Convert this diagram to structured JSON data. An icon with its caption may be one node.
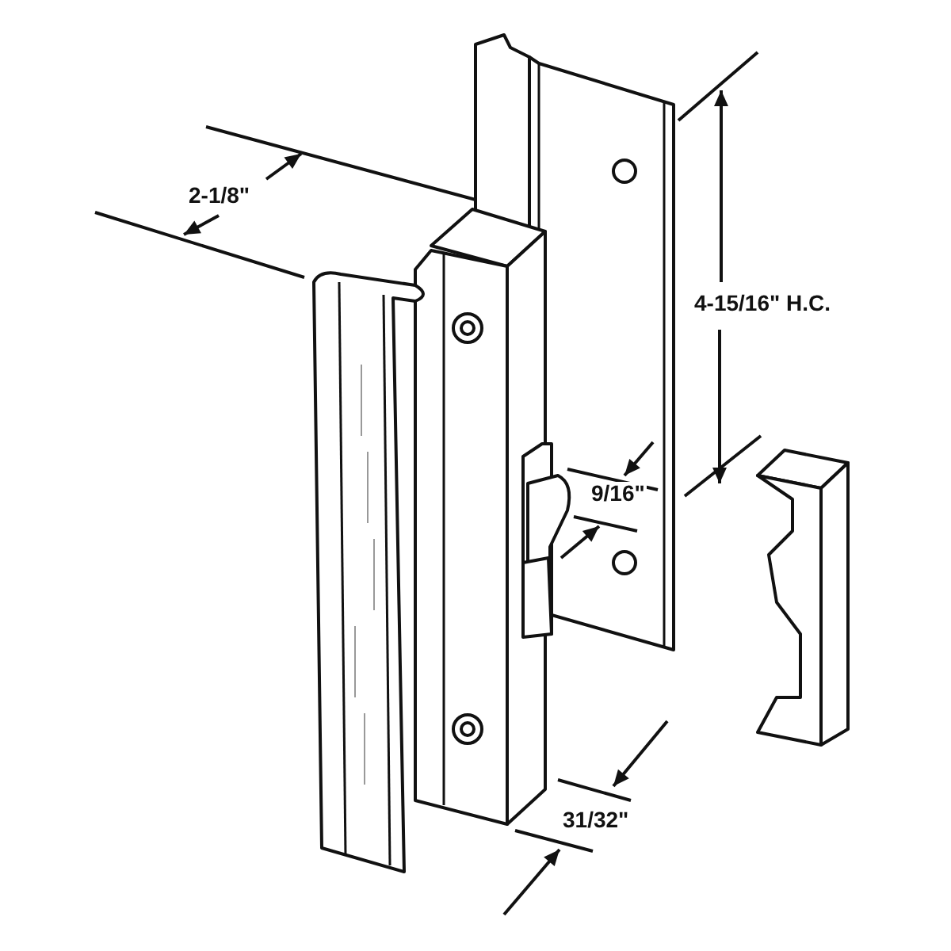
{
  "diagram": {
    "labels": [
      "2-1/8\"",
      "4-15/16\" H.C.",
      "9/16\"",
      "31/32\""
    ]
  }
}
